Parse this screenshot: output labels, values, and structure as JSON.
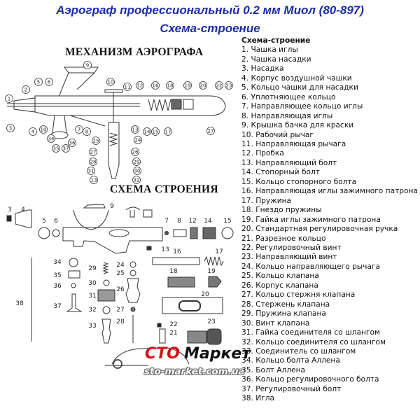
{
  "header": {
    "title_line1": "Аэрограф профессиональный 0.2 мм Миол (80-897)",
    "title_line2": "Схема-строение",
    "color": "#1c2ba6"
  },
  "diagram": {
    "mechanism_heading": "МЕХАНИЗМ АЭРОГРАФА",
    "structure_heading": "СХЕМА СТРОЕНИЯ",
    "mechanism_callouts": [
      "1",
      "2",
      "5",
      "6",
      "9",
      "10",
      "11",
      "12",
      "16",
      "18",
      "19",
      "20",
      "22",
      "23",
      "3",
      "4",
      "10",
      "34",
      "35",
      "37",
      "36",
      "7",
      "8",
      "13",
      "14",
      "15",
      "17",
      "27",
      "24",
      "25",
      "27",
      "28",
      "31",
      "13",
      "26",
      "29",
      "30",
      "32"
    ],
    "exploded_labels": [
      "3",
      "4",
      "5",
      "6",
      "9",
      "7",
      "8",
      "12",
      "14",
      "15",
      "13",
      "16",
      "17",
      "18",
      "19",
      "20",
      "34",
      "35",
      "36",
      "37",
      "38",
      "29",
      "30",
      "31",
      "32",
      "33",
      "24",
      "25",
      "26",
      "27",
      "28",
      "22",
      "21",
      "23"
    ]
  },
  "parts_list": {
    "heading": "Схема-строение",
    "items": [
      "1.  Чашка иглы",
      "2.  Чашка насадки",
      "3.  Насадка",
      "4.  Корпус воздушной чашки",
      "5.  Кольцо чашки для насадки",
      "6.  Уплотняющее кольцо",
      "7.  Направляющее кольцо иглы",
      "8.  Направляющая иглы",
      "9.  Крышка бачка для краски",
      "10. Рабочий рычаг",
      "11. Направляющая рычага",
      "12. Пробка",
      "13. Направляющий болт",
      "14. Стопорный болт",
      "15. Кольцо стопорного болта",
      "16. Направляющая иглы зажимного патрона",
      "17. Пружина",
      "18. Гнездо  пружины",
      "19. Гайка иглы зажимного патрона",
      "20. Стандартная регулировочная ручка",
      "21. Разрезное кольцо",
      "22. Регулировочный винт",
      "23. Направляющий винт",
      "24. Кольцо направляющего рычага",
      "25. Кольцо клапана",
      "26. Корпус клапана",
      "27. Кольцо стержня клапана",
      "28. Стержень клапана",
      "29. Пружина клапана",
      "30. Винт клапана",
      "31. Гайка соединителя со шлангом",
      "32. Кольцо соединителя со шлангом",
      "33. Соединитель со шлангом",
      "34. Кольцо болта Аллена",
      "35. Болт Аллена",
      "36. Кольцо регулировочного болта",
      "37. Регулировочный болт",
      "38. Игла"
    ]
  },
  "logo": {
    "brand_red": "СТО",
    "brand_black": "Маркет",
    "url": "sto-market.com.ua",
    "accent": "#d4111a"
  }
}
